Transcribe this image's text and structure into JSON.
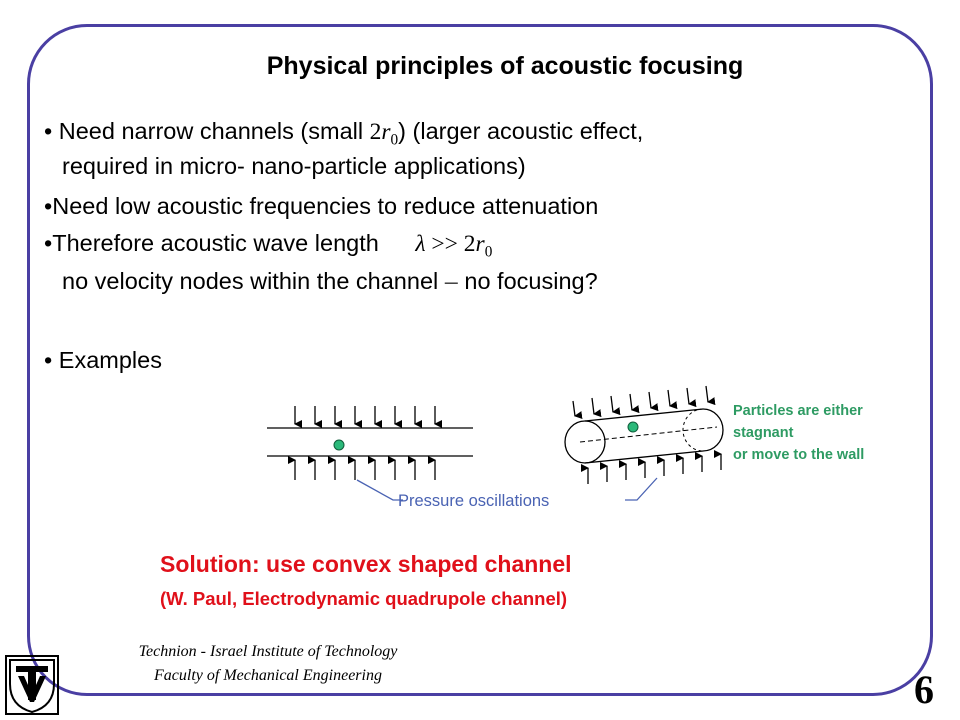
{
  "slide": {
    "title": "Physical principles of acoustic focusing",
    "bullets": {
      "b1_pre": "Need narrow channels (small ",
      "b1_post": ")   (larger acoustic effect,",
      "b1_line2": "required in micro- nano-particle applications)",
      "b2": "Need low acoustic frequencies to reduce attenuation",
      "b3_pre": "Therefore  acoustic wave length",
      "b3_line2_pre": "no velocity nodes within the channel ",
      "b3_dash": "–",
      "b3_line2_post": " no focusing?",
      "b4": "Examples"
    },
    "math": {
      "two_r0_coef": "2",
      "r": "r",
      "zero": "0",
      "lambda": "λ",
      "gg": ">>"
    },
    "diagram": {
      "particles_line1": "Particles are either",
      "particles_line2": "stagnant",
      "particles_line3": "or move to the wall",
      "pressure_label": "Pressure oscillations"
    },
    "solution": {
      "line1": "Solution: use convex shaped channel",
      "line2": "(W. Paul,  Electrodynamic quadrupole channel)"
    },
    "footer": {
      "institution": "Technion - Israel Institute of Technology",
      "faculty": "Faculty of Mechanical Engineering"
    },
    "page_number": "6",
    "colors": {
      "frame": "#4a3fa3",
      "particles_text": "#2e9b63",
      "particle_fill": "#2bb97a",
      "pressure_text": "#4a63b3",
      "solution_text": "#e0101a"
    }
  }
}
